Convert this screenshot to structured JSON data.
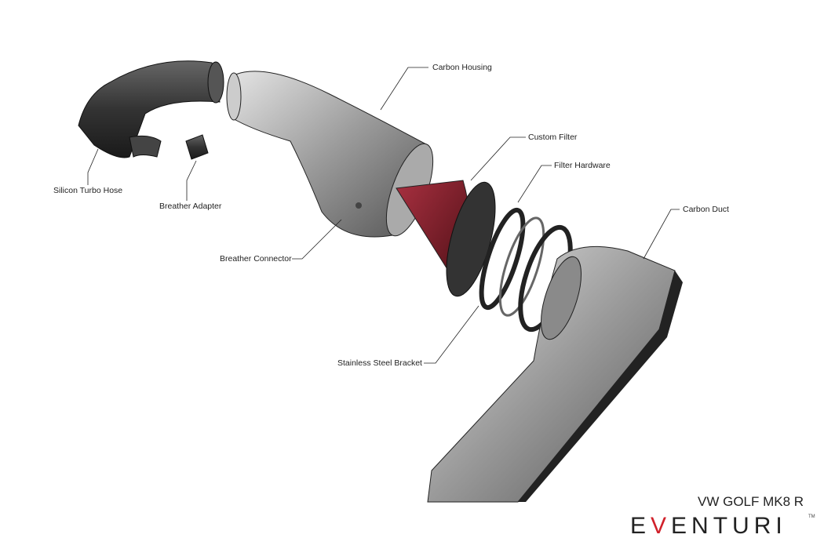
{
  "labels": {
    "carbon_housing": "Carbon Housing",
    "custom_filter": "Custom Filter",
    "filter_hardware": "Filter Hardware",
    "carbon_duct": "Carbon Duct",
    "silicon_turbo_hose": "Silicon Turbo Hose",
    "breather_adapter": "Breather Adapter",
    "breather_connector": "Breather Connector",
    "stainless_steel_bracket": "Stainless Steel Bracket"
  },
  "model": "VW GOLF MK8 R",
  "brand": {
    "pre": "E",
    "v": "V",
    "post": "ENTURI",
    "tm": "TM"
  },
  "colors": {
    "accent": "#d0202a",
    "filter": "#7a1a22",
    "part": "#8a8a8a"
  }
}
